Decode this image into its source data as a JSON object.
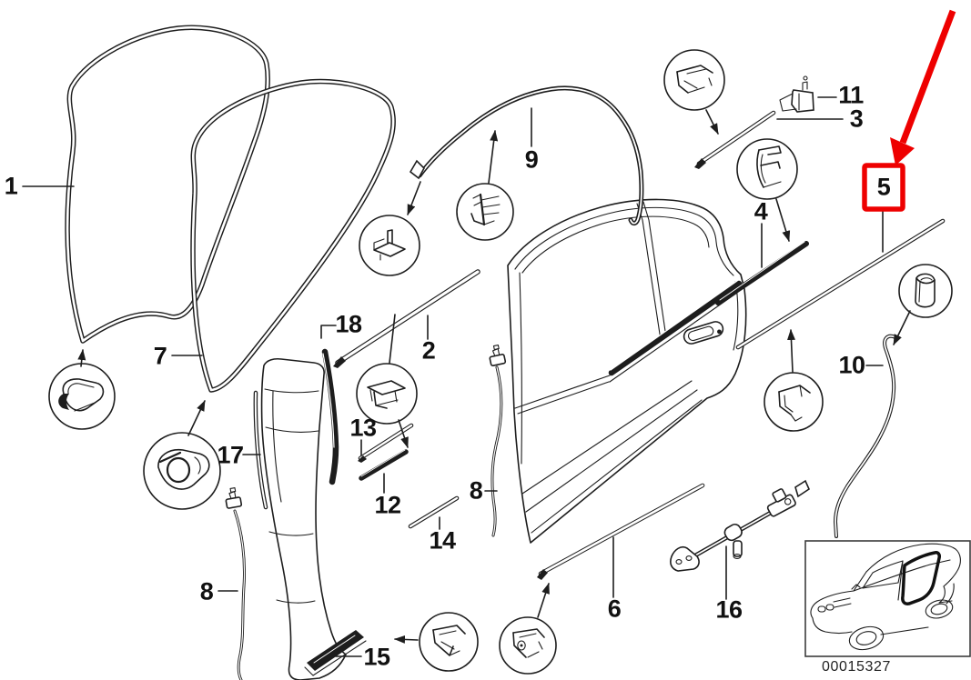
{
  "diagram": {
    "accent_red": "#ee0000",
    "line_color": "#1d1d1d",
    "highlighted_part": "5",
    "thumbnail_code": "00015327",
    "parts": {
      "p1": "1",
      "p2": "2",
      "p3": "3",
      "p4": "4",
      "p5": "5",
      "p6": "6",
      "p7": "7",
      "p8": "8",
      "p9": "9",
      "p10": "10",
      "p11": "11",
      "p12": "12",
      "p13": "13",
      "p14": "14",
      "p15": "15",
      "p16": "16",
      "p17": "17",
      "p18": "18"
    }
  }
}
